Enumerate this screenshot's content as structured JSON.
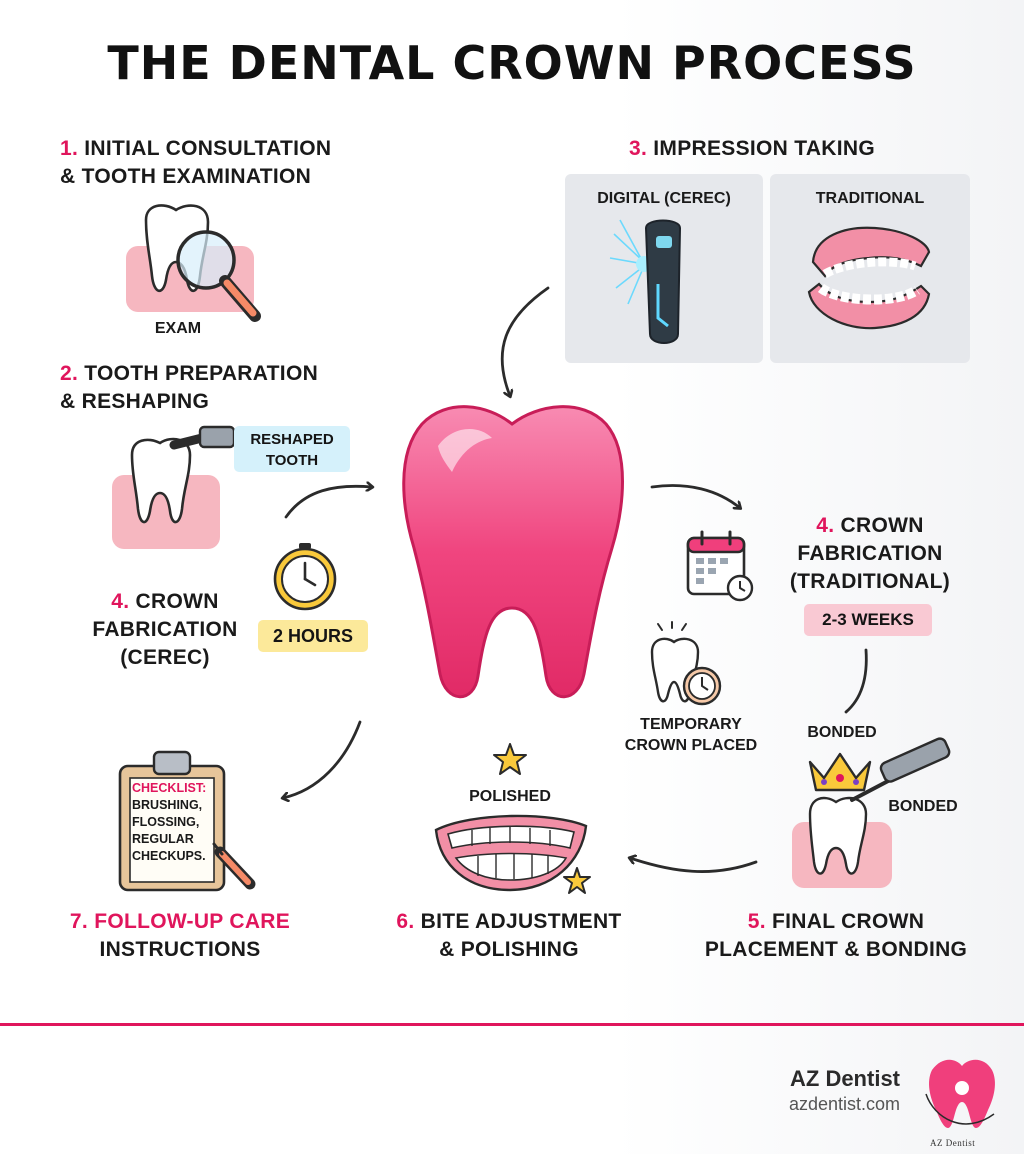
{
  "title": "THE DENTAL CROWN PROCESS",
  "steps": {
    "s1": {
      "num": "1.",
      "line1": "INITIAL CONSULTATION",
      "line2": "& TOOTH EXAMINATION",
      "caption": "EXAM"
    },
    "s2": {
      "num": "2.",
      "line1": "TOOTH PREPARATION",
      "line2": "& RESHAPING",
      "badge_line1": "RESHAPED",
      "badge_line2": "TOOTH"
    },
    "s3": {
      "num": "3.",
      "text": "IMPRESSION TAKING",
      "digital_label": "DIGITAL (CEREC)",
      "traditional_label": "TRADITIONAL"
    },
    "s4a": {
      "num": "4.",
      "line1": "CROWN",
      "line2": "FABRICATION",
      "line3": "(CEREC)",
      "badge": "2 HOURS"
    },
    "s4b": {
      "num": "4.",
      "line1": "CROWN",
      "line2": "FABRICATION",
      "line3": "(TRADITIONAL)",
      "badge": "2-3 WEEKS",
      "temp_line1": "TEMPORARY",
      "temp_line2": "CROWN PLACED"
    },
    "s5": {
      "num": "5.",
      "line1": "FINAL CROWN",
      "line2": "PLACEMENT & BONDING",
      "caption_top": "BONDED",
      "caption_side": "BONDED"
    },
    "s6": {
      "num": "6.",
      "line1": "BITE ADJUSTMENT",
      "line2": "& POLISHING",
      "caption": "POLISHED"
    },
    "s7": {
      "num": "7.",
      "line1": "FOLLOW-UP CARE",
      "line2": "INSTRUCTIONS",
      "checklist": [
        "CHECKLIST:",
        "BRUSHING,",
        "FLOSSING,",
        "REGULAR",
        "CHECKUPS."
      ]
    }
  },
  "footer": {
    "brand_name": "AZ Dentist",
    "website": "azdentist.com",
    "logo_text": "AZ Dentist"
  },
  "colors": {
    "accent": "#e0155c",
    "tooth_pink": "#f03f7c",
    "gum": "#f6b7c0",
    "badge_blue": "#d5f1fb",
    "badge_yellow": "#fce99a",
    "badge_pink": "#f9c9d3"
  }
}
